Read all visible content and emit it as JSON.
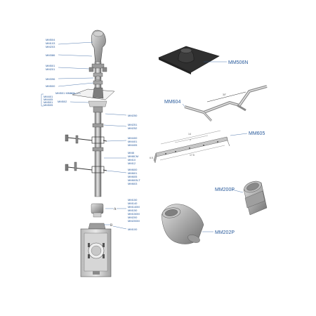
{
  "mast_labels": {
    "top": [
      "MM504",
      "MM103",
      "MM203"
    ],
    "a": "MM386",
    "b": [
      "MM501",
      "MM201"
    ],
    "c": "MM396",
    "d": "MM500",
    "e": "MM501 MM601",
    "f": [
      "MM401",
      "MM405",
      "MM501",
      "MM505"
    ],
    "g": "MM502",
    "h": "MM250",
    "i": [
      "MM251",
      "MM252"
    ],
    "j": [
      "MM400",
      "MM401",
      "MM405"
    ],
    "k": [
      "MM8",
      "MM8CM",
      "MM10",
      "MM12"
    ],
    "l": [
      "MM600",
      "MM601",
      "MM605",
      "MM603LT",
      "MM603"
    ],
    "m": [
      "MM150",
      "MM140",
      "MM140M",
      "MM150",
      "MM150M",
      "MM200",
      "MM200M"
    ],
    "n": "MM100",
    "callout_a": "A",
    "callout_b": "B"
  },
  "parts": {
    "flashing": "MM506N",
    "bracket": "MM604",
    "support": "MM605",
    "adapter": "MM200P",
    "elbow": "MM202P"
  },
  "dims": {
    "bracket_len": "30\"",
    "support_w1": "14",
    "support_w2": "7",
    "support_w3": "17.5",
    "support_h": "6.5"
  }
}
